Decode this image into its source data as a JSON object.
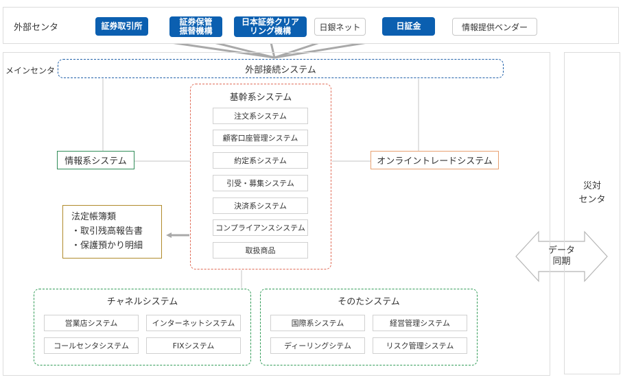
{
  "external_center": {
    "label": "外部センタ",
    "orgs": [
      {
        "name": "証券取引所",
        "style": "blue"
      },
      {
        "name": "証券保管\n振替機構",
        "style": "blue"
      },
      {
        "name": "日本証券クリア\nリング機構",
        "style": "blue"
      },
      {
        "name": "日銀ネット",
        "style": "white"
      },
      {
        "name": "日証金",
        "style": "blue"
      },
      {
        "name": "情報提供ベンダー",
        "style": "white"
      }
    ]
  },
  "main_center": {
    "label": "メインセンタ",
    "external_system": "外部接続システム",
    "core": {
      "title": "基幹系システム",
      "items": [
        "注文系システム",
        "顧客口座管理システム",
        "約定系システム",
        "引受・募集システム",
        "決済系システム",
        "コンプライアンスシステム",
        "取扱商品"
      ]
    },
    "info_system": "情報系システム",
    "online_system": "オンライントレードシステム",
    "legal_books": [
      "法定帳簿類",
      "・取引残高報告書",
      "・保護預かり明細"
    ],
    "channel": {
      "title": "チャネルシステム",
      "items": [
        "営業店システム",
        "インターネットシステム",
        "コールセンタシステム",
        "FIXシステム"
      ]
    },
    "other": {
      "title": "そのたシステム",
      "items": [
        "国際系システム",
        "経営管理システム",
        "ディーリングシテム",
        "リスク管理システム"
      ]
    }
  },
  "disaster_center": {
    "label_line1": "災対",
    "label_line2": "センタ"
  },
  "sync": {
    "line1": "データ",
    "line2": "同期"
  },
  "colors": {
    "blue_box": "#0b5fb0",
    "dashed_blue": "#1e5fa8",
    "dashed_red": "#e06a55",
    "dashed_green": "#2e9a55",
    "info_border": "#2e8b57",
    "online_border": "#e8a070",
    "legal_border": "#b08a2a",
    "arrow_gray": "#a9a9a9"
  }
}
